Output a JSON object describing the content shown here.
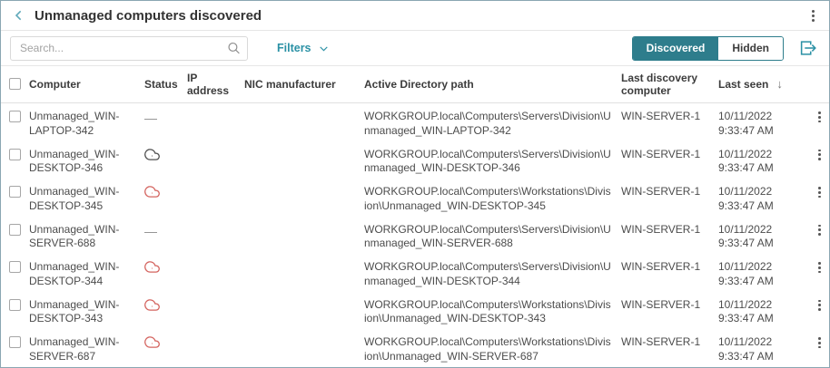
{
  "header": {
    "title": "Unmanaged computers discovered"
  },
  "toolbar": {
    "search_placeholder": "Search...",
    "filters_label": "Filters",
    "view_toggle": {
      "active": "Discovered",
      "discovered_label": "Discovered",
      "hidden_label": "Hidden"
    }
  },
  "icons": {
    "sort_descending": "↓"
  },
  "colors": {
    "accent_teal": "#2e7d8c",
    "link_teal": "#2b91a5",
    "status_red": "#d4645f",
    "status_gray": "#4f4f4f"
  },
  "table": {
    "columns": [
      "Computer",
      "Status",
      "IP address",
      "NIC manufacturer",
      "Active Directory path",
      "Last discovery computer",
      "Last seen"
    ],
    "sort": {
      "column": "Last seen",
      "direction": "descending"
    },
    "rows": [
      {
        "computer": "Unmanaged_WIN-LAPTOP-342",
        "status": "dash",
        "ip": "",
        "nic": "",
        "ad_path": "WORKGROUP.local\\Computers\\Servers\\Division\\Unmanaged_WIN-LAPTOP-342",
        "last_discovery": "WIN-SERVER-1",
        "last_seen_date": "10/11/2022",
        "last_seen_time": "9:33:47 AM"
      },
      {
        "computer": "Unmanaged_WIN-DESKTOP-346",
        "status": "cloud-dark",
        "ip": "",
        "nic": "",
        "ad_path": "WORKGROUP.local\\Computers\\Servers\\Division\\Unmanaged_WIN-DESKTOP-346",
        "last_discovery": "WIN-SERVER-1",
        "last_seen_date": "10/11/2022",
        "last_seen_time": "9:33:47 AM"
      },
      {
        "computer": "Unmanaged_WIN-DESKTOP-345",
        "status": "cloud-red",
        "ip": "",
        "nic": "",
        "ad_path": "WORKGROUP.local\\Computers\\Workstations\\Division\\Unmanaged_WIN-DESKTOP-345",
        "last_discovery": "WIN-SERVER-1",
        "last_seen_date": "10/11/2022",
        "last_seen_time": "9:33:47 AM"
      },
      {
        "computer": "Unmanaged_WIN-SERVER-688",
        "status": "dash",
        "ip": "",
        "nic": "",
        "ad_path": "WORKGROUP.local\\Computers\\Servers\\Division\\Unmanaged_WIN-SERVER-688",
        "last_discovery": "WIN-SERVER-1",
        "last_seen_date": "10/11/2022",
        "last_seen_time": "9:33:47 AM"
      },
      {
        "computer": "Unmanaged_WIN-DESKTOP-344",
        "status": "cloud-red",
        "ip": "",
        "nic": "",
        "ad_path": "WORKGROUP.local\\Computers\\Servers\\Division\\Unmanaged_WIN-DESKTOP-344",
        "last_discovery": "WIN-SERVER-1",
        "last_seen_date": "10/11/2022",
        "last_seen_time": "9:33:47 AM"
      },
      {
        "computer": "Unmanaged_WIN-DESKTOP-343",
        "status": "cloud-red",
        "ip": "",
        "nic": "",
        "ad_path": "WORKGROUP.local\\Computers\\Workstations\\Division\\Unmanaged_WIN-DESKTOP-343",
        "last_discovery": "WIN-SERVER-1",
        "last_seen_date": "10/11/2022",
        "last_seen_time": "9:33:47 AM"
      },
      {
        "computer": "Unmanaged_WIN-SERVER-687",
        "status": "cloud-red",
        "ip": "",
        "nic": "",
        "ad_path": "WORKGROUP.local\\Computers\\Workstations\\Division\\Unmanaged_WIN-SERVER-687",
        "last_discovery": "WIN-SERVER-1",
        "last_seen_date": "10/11/2022",
        "last_seen_time": "9:33:47 AM"
      }
    ]
  }
}
